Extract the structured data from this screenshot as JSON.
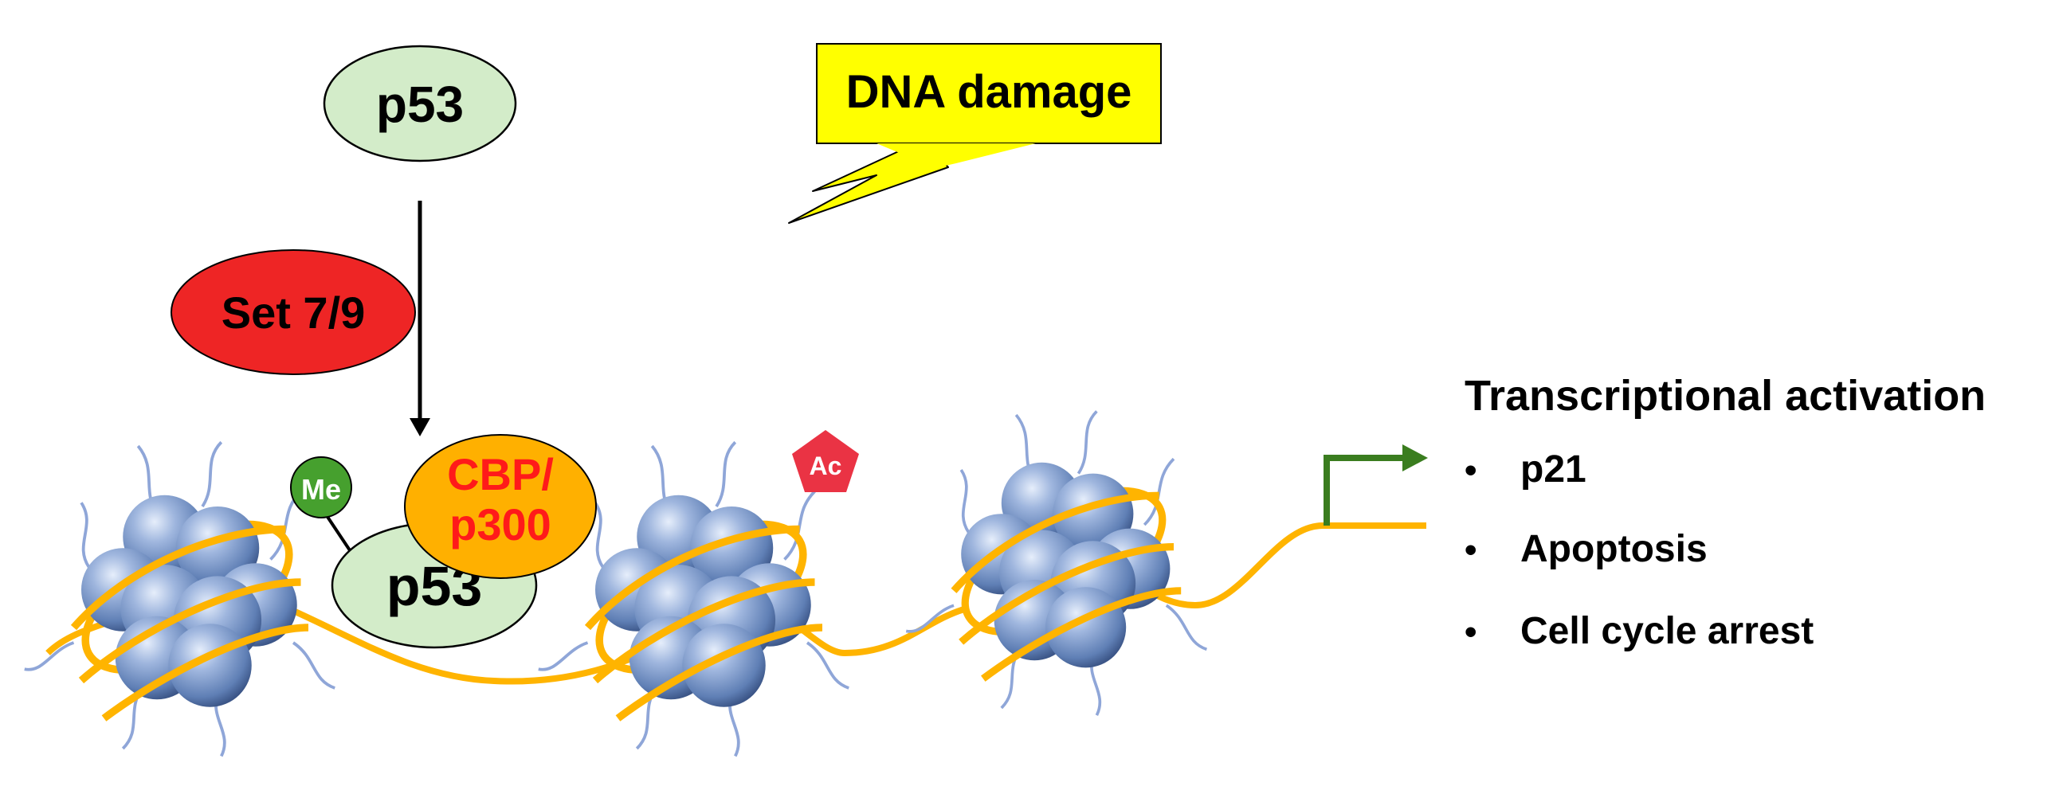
{
  "labels": {
    "p53_top": "p53",
    "p53_bound": "p53",
    "set79": "Set 7/9",
    "cbp_line1": "CBP/",
    "cbp_line2": "p300",
    "methyl": "Me",
    "acetyl": "Ac",
    "dna_damage": "DNA damage"
  },
  "outcomes": {
    "title": "Transcriptional activation",
    "items": [
      "p21",
      "Apoptosis",
      "Cell cycle arrest"
    ],
    "bullet": "•"
  },
  "colors": {
    "p53_fill": "#d3ecc9",
    "set79_fill": "#ee2525",
    "cbp_fill": "#ffb000",
    "cbp_text": "#ff1a1a",
    "me_fill": "#46a02e",
    "ac_fill": "#ea3344",
    "damage_fill": "#ffff00",
    "dna_strand": "#ffb400",
    "histone_tail": "#8fa6d8",
    "arrow_green": "#3a7d1f"
  }
}
